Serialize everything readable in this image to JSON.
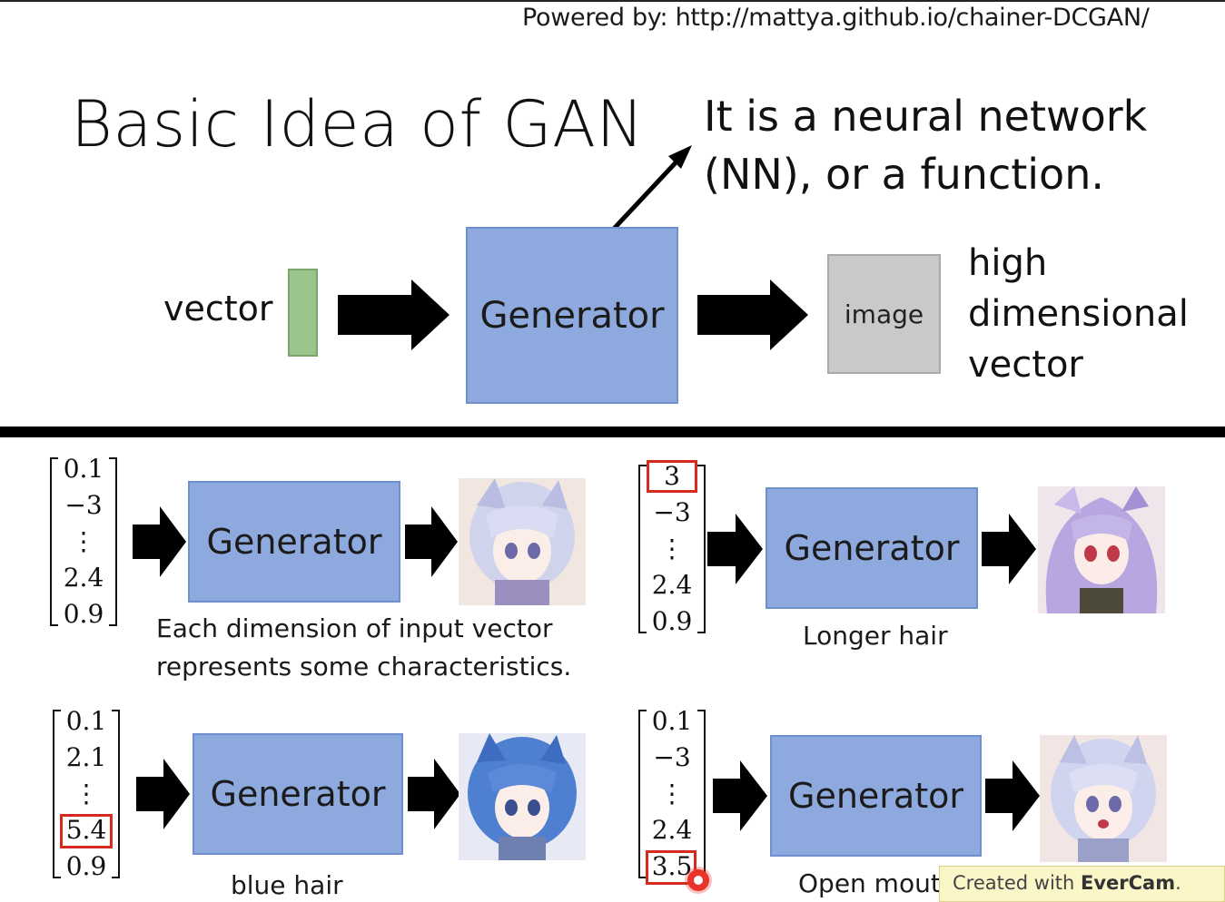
{
  "powered_by": "Powered by: http://mattya.github.io/chainer-DCGAN/",
  "title": "Basic Idea of GAN",
  "nn_note": [
    "It is a neural network",
    "(NN), or a function."
  ],
  "top": {
    "vector_label": "vector",
    "generator_label": "Generator",
    "image_label": "image",
    "image_desc": [
      "high",
      "dimensional",
      "vector"
    ]
  },
  "examples": [
    {
      "vector": [
        "0.1",
        "−3",
        "⋮",
        "2.4",
        "0.9"
      ],
      "highlight_index": null,
      "generator_label": "Generator",
      "caption": [
        "Each dimension of input vector",
        "represents some characteristics."
      ]
    },
    {
      "vector": [
        "3",
        "−3",
        "⋮",
        "2.4",
        "0.9"
      ],
      "highlight_index": 0,
      "generator_label": "Generator",
      "caption": [
        "Longer hair"
      ]
    },
    {
      "vector": [
        "0.1",
        "2.1",
        "⋮",
        "5.4",
        "0.9"
      ],
      "highlight_index": 3,
      "generator_label": "Generator",
      "caption": [
        "blue hair"
      ]
    },
    {
      "vector": [
        "0.1",
        "−3",
        "⋮",
        "2.4",
        "3.5"
      ],
      "highlight_index": 4,
      "generator_label": "Generator",
      "caption": [
        "Open mout"
      ]
    }
  ],
  "watermark": {
    "prefix": "Created with ",
    "brand": "EverCam",
    "suffix": "."
  },
  "colors": {
    "generator_fill": "#8ea9dd",
    "vector_fill": "#9bc48a",
    "image_fill": "#c9c9c9",
    "highlight": "#d62a1e",
    "divider": "#000000"
  }
}
